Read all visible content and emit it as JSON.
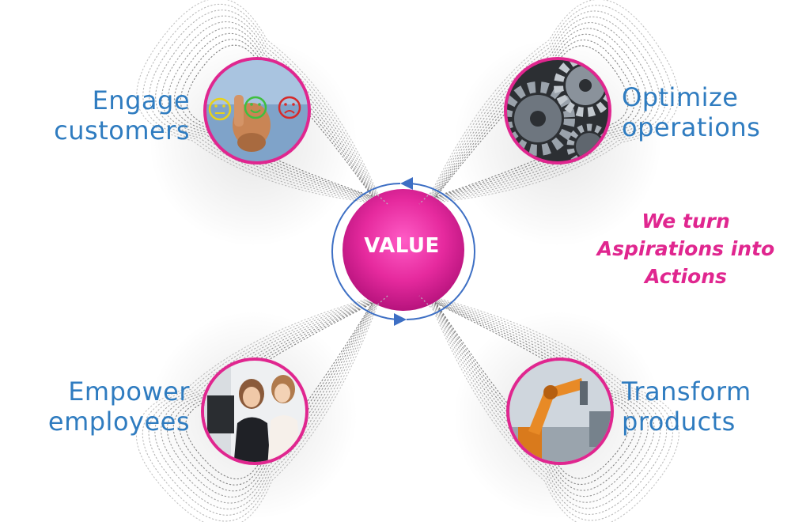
{
  "center": {
    "label": "VALUE"
  },
  "tagline": {
    "line1": "We turn",
    "line2": "Aspirations into",
    "line3": "Actions"
  },
  "nodes": {
    "engage": {
      "line1": "Engage",
      "line2": "customers",
      "image": "pointing-hand-rating-faces"
    },
    "optimize": {
      "line1": "Optimize",
      "line2": "operations",
      "image": "metal-gears"
    },
    "empower": {
      "line1": "Empower",
      "line2": "employees",
      "image": "coworkers-at-computer"
    },
    "transform": {
      "line1": "Transform",
      "line2": "products",
      "image": "industrial-robot-arm"
    }
  },
  "colors": {
    "accent_magenta": "#e0268f",
    "label_blue": "#2f7cc0",
    "ring_blue": "#3d6fc4",
    "dot_gray": "#555555"
  }
}
